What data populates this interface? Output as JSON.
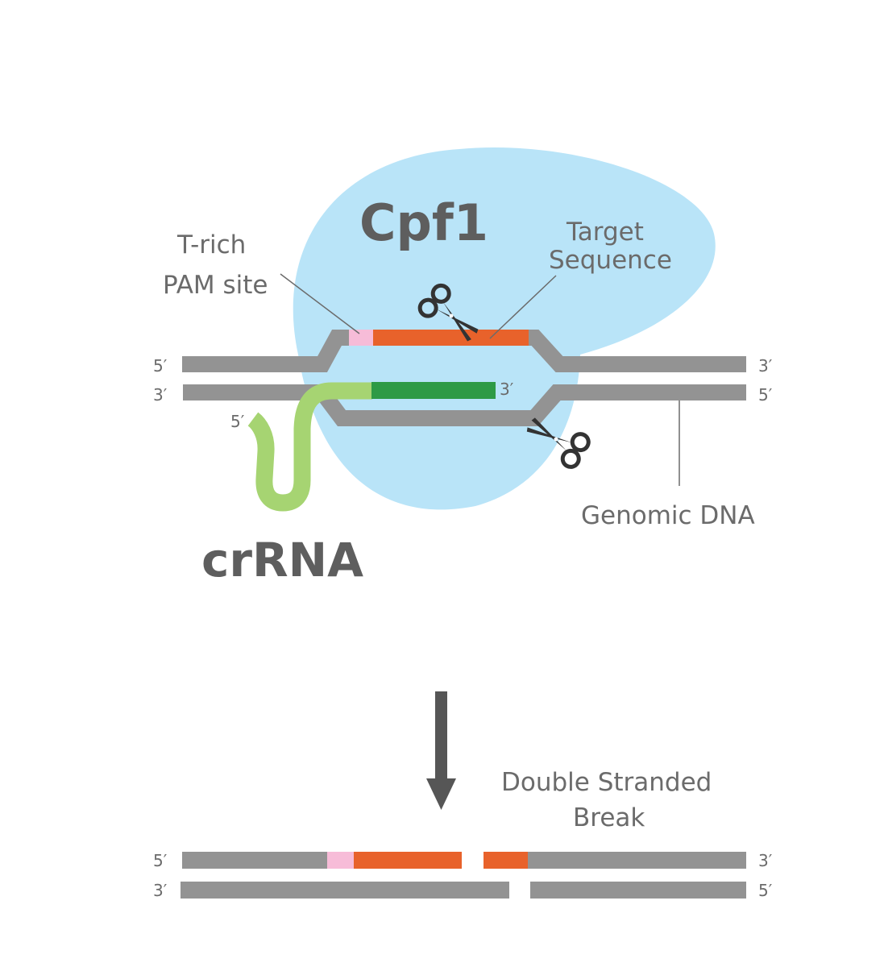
{
  "colors": {
    "protein": "#b9e4f8",
    "dna": "#939393",
    "pam": "#f7bcd8",
    "target": "#e8622b",
    "crrna_guide": "#2e9a46",
    "crrna_tail": "#a6d472",
    "text": "#6b6b6b",
    "arrow": "#565656",
    "scissors": "#333333"
  },
  "labels": {
    "protein": "Cpf1",
    "pam_line1": "T-rich",
    "pam_line2": "PAM site",
    "target_line1": "Target",
    "target_line2": "Sequence",
    "crrna": "crRNA",
    "genomic_dna": "Genomic DNA",
    "break_line1": "Double Stranded",
    "break_line2": "Break"
  },
  "ends": {
    "top_left": "5′",
    "top_right": "3′",
    "bottom_left": "3′",
    "bottom_right": "5′",
    "guide_3prime": "3′",
    "crrna_5prime": "5′",
    "result_top_left": "5′",
    "result_top_right": "3′",
    "result_bottom_left": "3′",
    "result_bottom_right": "5′"
  },
  "icons": {
    "scissors_top": "scissors-icon",
    "scissors_bottom": "scissors-icon",
    "arrow": "arrow-down-icon"
  }
}
